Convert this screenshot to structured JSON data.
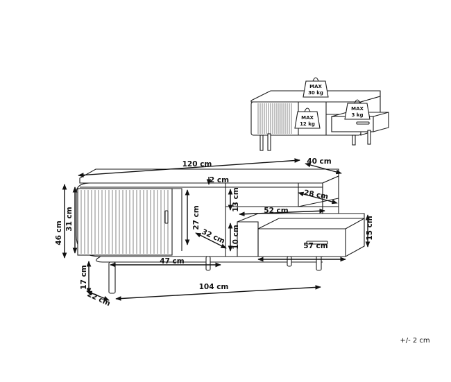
{
  "dimensions": {
    "width": "120 cm",
    "depth": "40 cm",
    "top_thickness": "2 cm",
    "shelf_depth": "28 cm",
    "shelf_height": "13 cm",
    "drawer_inner_width": "52 cm",
    "drawer_width": "57 cm",
    "drawer_height": "15 cm",
    "drawer_gap": "10 cm",
    "compartment_height": "27 cm",
    "compartment_depth": "32 cm",
    "compartment_width": "47 cm",
    "body_height": "31 cm",
    "total_height": "46 cm",
    "leg_height": "17 cm",
    "leg_depth": "22 cm",
    "leg_span": "104 cm"
  },
  "load_limits": {
    "top": {
      "label": "MAX",
      "value": "30 kg"
    },
    "shelf": {
      "label": "MAX",
      "value": "12 kg"
    },
    "drawer": {
      "label": "MAX",
      "value": "3 kg"
    }
  },
  "tolerance": "+/- 2 cm"
}
